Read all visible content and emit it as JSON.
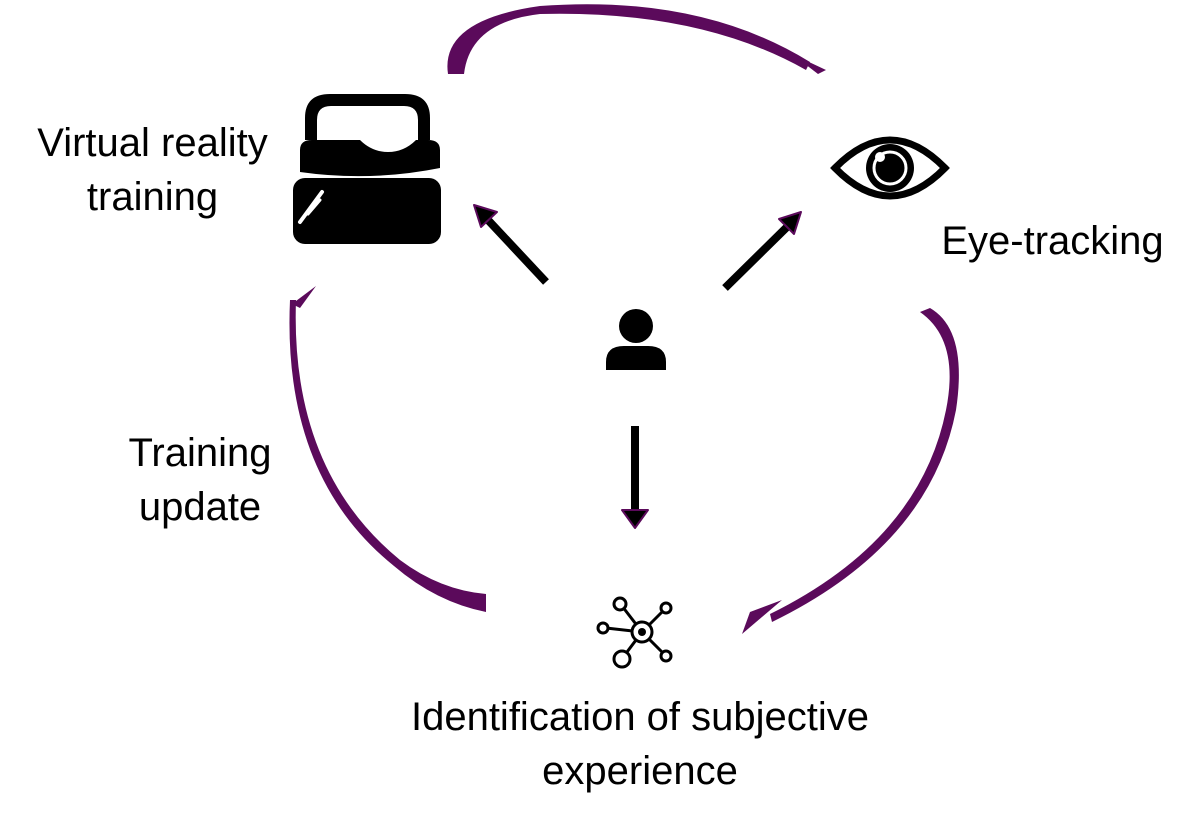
{
  "labels": {
    "vr_line1": "Virtual reality",
    "vr_line2": "training",
    "eye_tracking": "Eye-tracking",
    "update_line1": "Training",
    "update_line2": "update",
    "ident_line1": "Identification of subjective",
    "ident_line2": "experience"
  },
  "icons": {
    "vr": "vr-headset-icon",
    "eye": "eye-icon",
    "user": "user-icon",
    "network": "network-icon"
  },
  "colors": {
    "cycle_arrow": "#5b0a5b",
    "center_arrow_fill": "#000000",
    "center_arrow_outline": "#5b0a5b",
    "icon": "#000000"
  }
}
